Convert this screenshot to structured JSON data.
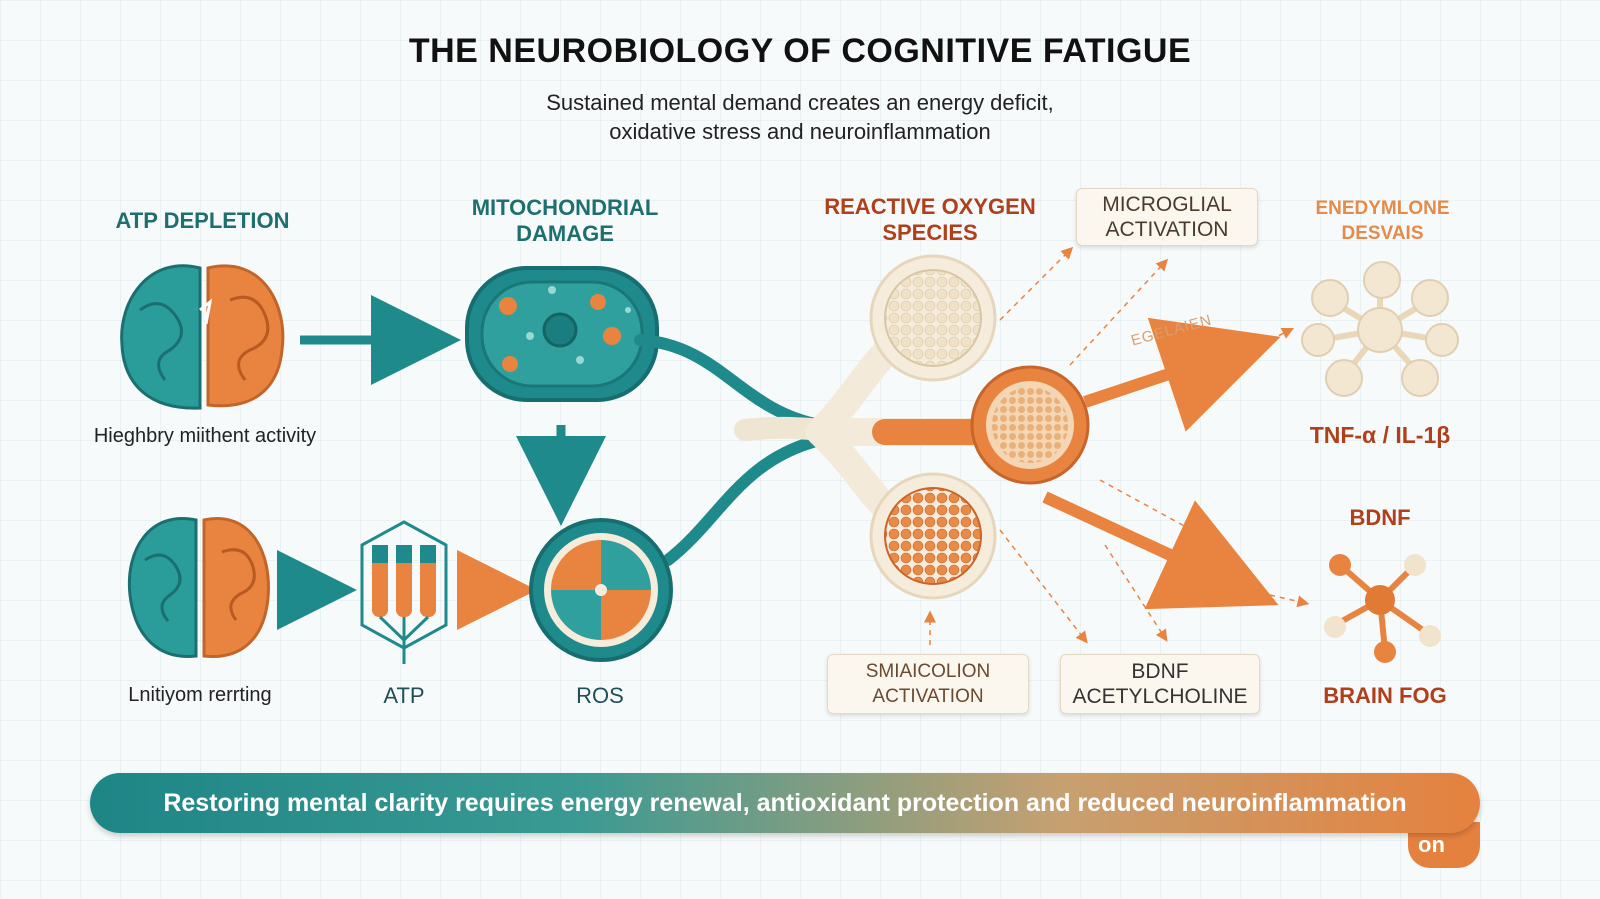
{
  "title": "THE NEUROBIOLOGY OF COGNITIVE FATIGUE",
  "subtitle_line1": "Sustained mental demand creates an energy deficit,",
  "subtitle_line2": "oxidative stress and neuroinflammation",
  "labels": {
    "atp_depletion": "ATP DEPLETION",
    "mito_line1": "MITOCHONDRIAL",
    "mito_line2": "DAMAGE",
    "ros_line1": "REACTIVE OXYGEN",
    "ros_line2": "SPECIES",
    "microglial_line1": "MICROGLIAL",
    "microglial_line2": "ACTIVATION",
    "energy_line1": "ENEDYMLONE",
    "energy_line2": "DESVAIS",
    "brain1_caption": "Hieghbry miithent activity",
    "brain2_caption": "Lnitiyom rerrting",
    "atp": "ATP",
    "ros": "ROS",
    "tnf": "TNF-α / IL-1β",
    "bdnf": "BDNF",
    "brain_fog": "BRAIN FOG",
    "arrow_text": "EGELAIEN",
    "smai_line1": "SMIAICOLION",
    "smai_line2": "ACTIVATION",
    "bdnf_box_line1": "BDNF",
    "bdnf_box_line2": "ACETYLCHOLINE"
  },
  "banner": "Restoring mental clarity requires energy renewal, antioxidant protection and reduced neuroinflammation",
  "banner_tail": "on",
  "colors": {
    "teal": "#1f8a8c",
    "orange": "#e8843f",
    "cream": "#f6ecdc",
    "dark_red": "#b0401c"
  }
}
